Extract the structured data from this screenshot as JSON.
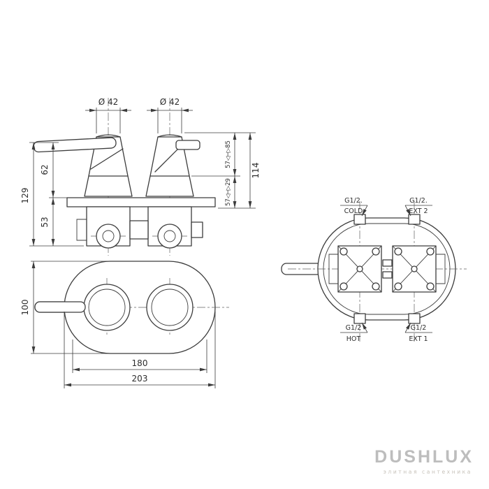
{
  "front_view": {
    "dia_left": "Ø 42",
    "dia_right": "Ø 42",
    "height_total": "129",
    "height_upper": "62",
    "height_lower": "53",
    "depth_total": "114",
    "depth_range_upper": "57◁─▷85",
    "depth_range_lower": "57◁─▷29"
  },
  "plate_view": {
    "height": "100",
    "width_inner": "180",
    "width_outer": "203"
  },
  "rear_view": {
    "ports": [
      {
        "thread": "G1/2.",
        "name": "COLD"
      },
      {
        "thread": "G1/2.",
        "name": "EXT 2"
      },
      {
        "thread": "G1/2",
        "name": "HOT"
      },
      {
        "thread": "G1/2",
        "name": "EXT 1"
      }
    ]
  },
  "branding": {
    "logo": "DUSHLUX",
    "tagline": "элитная сантехника"
  },
  "colors": {
    "line": "#3c3c3c",
    "logo_gray": "#bdbdbd"
  }
}
